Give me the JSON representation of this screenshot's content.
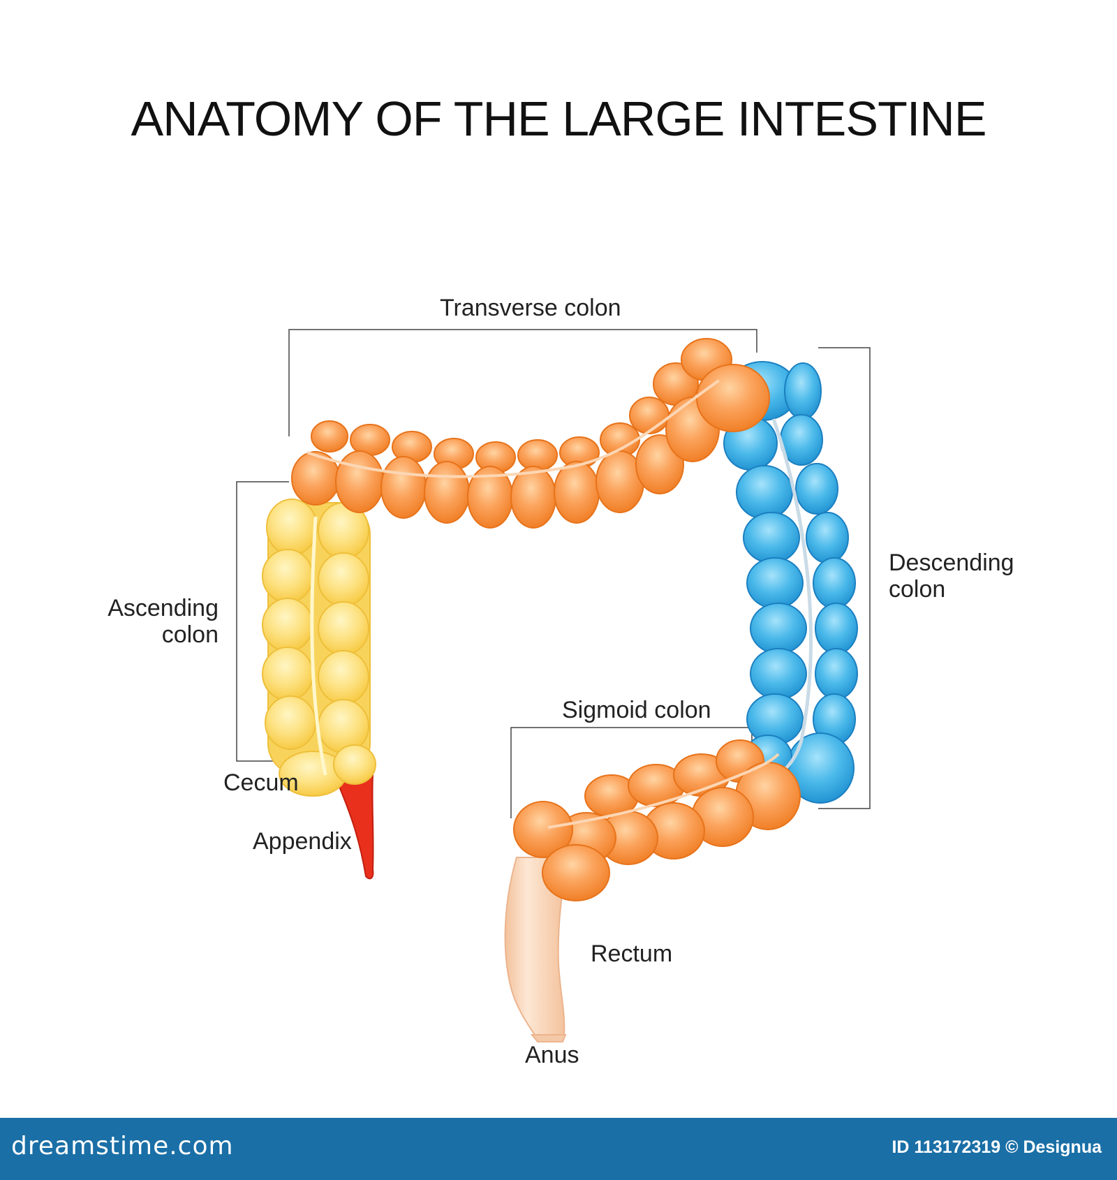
{
  "title": "ANATOMY OF THE LARGE INTESTINE",
  "labels": {
    "transverse": "Transverse colon",
    "descending_1": "Descending",
    "descending_2": "colon",
    "ascending_1": "Ascending",
    "ascending_2": "colon",
    "sigmoid": "Sigmoid colon",
    "cecum": "Cecum",
    "appendix": "Appendix",
    "rectum": "Rectum",
    "anus": "Anus"
  },
  "footer": {
    "brand": "dreamstime.com",
    "id_text": "ID 113172319 © Designua"
  },
  "colors": {
    "ascending": "#f9d64a",
    "transverse": "#f58a2a",
    "descending": "#2ea6dc",
    "sigmoid": "#f58a2a",
    "appendix": "#e8301c",
    "rectum": "#f6cfb0",
    "footer_bar": "#1a6fa6"
  }
}
